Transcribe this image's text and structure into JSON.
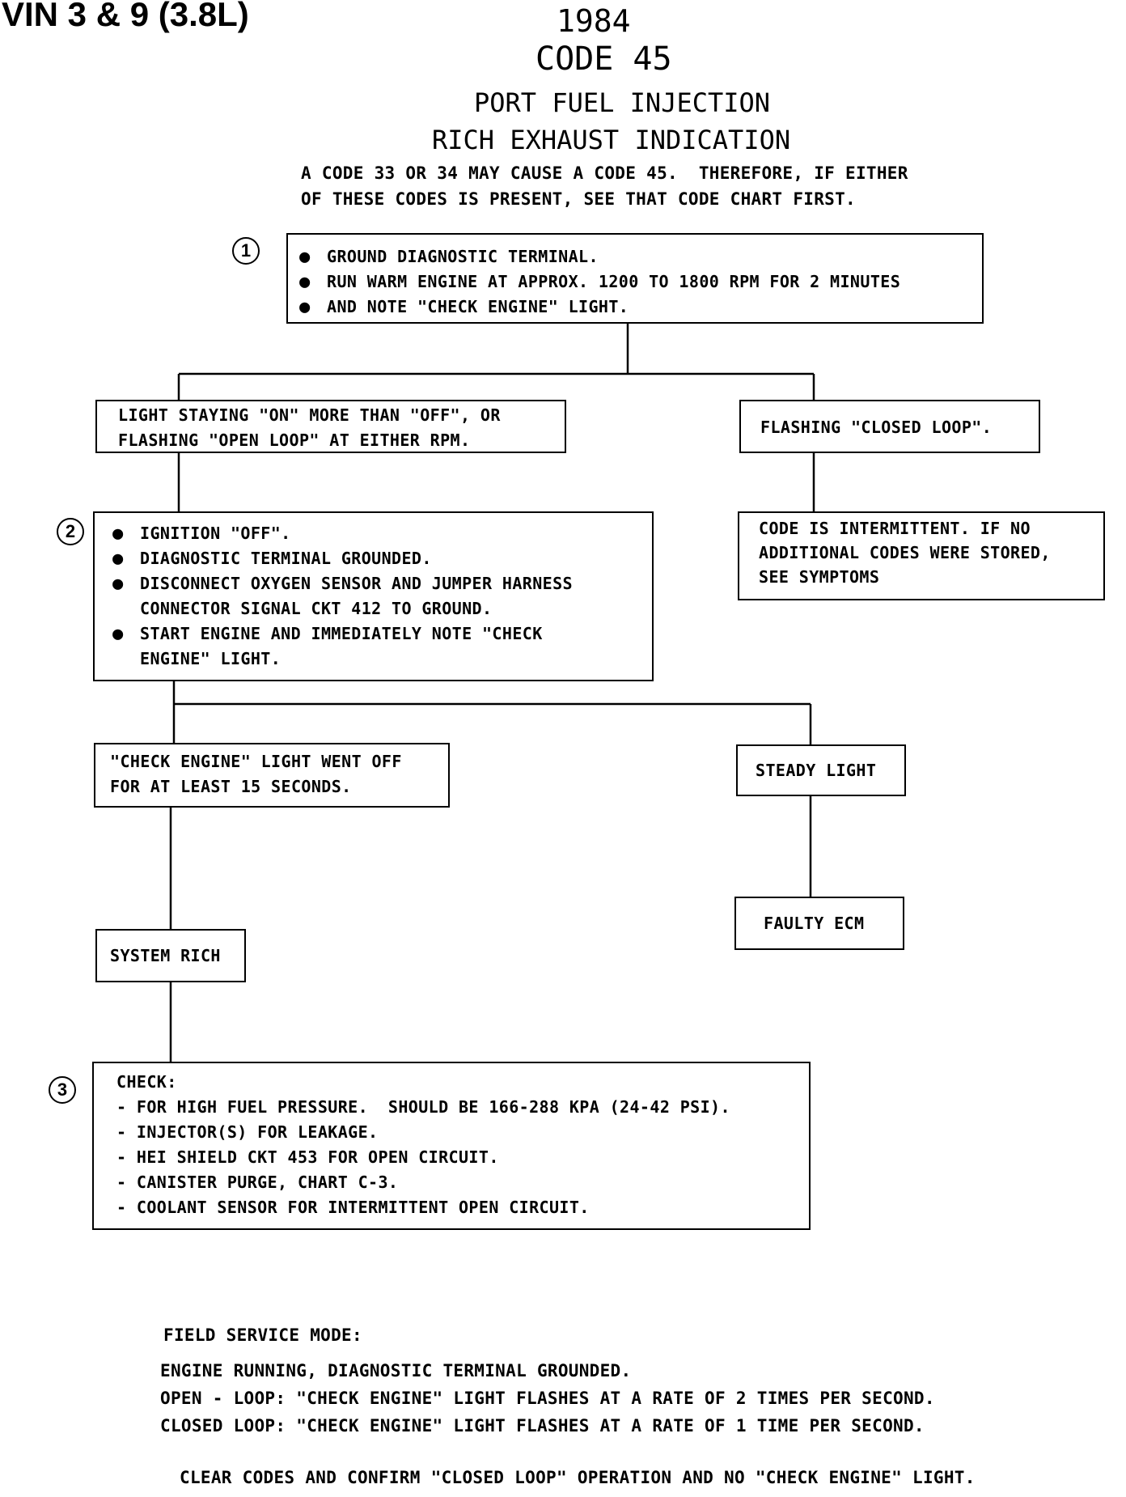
{
  "header": {
    "vin": "VIN 3 & 9 (3.8L)",
    "year": "1984",
    "code": "CODE 45",
    "title_line1": "PORT FUEL INJECTION",
    "title_line2": "RICH EXHAUST INDICATION"
  },
  "intro": [
    "A CODE 33 OR 34 MAY CAUSE A CODE 45.  THEREFORE, IF EITHER",
    "OF THESE CODES IS PRESENT, SEE THAT CODE CHART FIRST."
  ],
  "steps": {
    "one": "1",
    "two": "2",
    "three": "3"
  },
  "box1": [
    "GROUND DIAGNOSTIC TERMINAL.",
    "RUN WARM ENGINE AT APPROX. 1200 TO 1800 RPM FOR 2 MINUTES",
    "AND NOTE \"CHECK ENGINE\" LIGHT."
  ],
  "box_light_on": [
    "LIGHT STAYING \"ON\" MORE THAN \"OFF\", OR",
    "FLASHING \"OPEN LOOP\" AT EITHER RPM."
  ],
  "box_closed_loop": "FLASHING \"CLOSED LOOP\".",
  "box_intermittent": [
    "CODE IS INTERMITTENT. IF NO",
    "ADDITIONAL CODES WERE STORED,",
    "SEE SYMPTOMS"
  ],
  "box2": {
    "b1": "IGNITION \"OFF\".",
    "b2": "DIAGNOSTIC TERMINAL GROUNDED.",
    "b3a": "DISCONNECT OXYGEN SENSOR AND JUMPER HARNESS",
    "b3b": "CONNECTOR SIGNAL CKT 412 TO GROUND.",
    "b4a": "START ENGINE AND IMMEDIATELY NOTE \"CHECK",
    "b4b": "ENGINE\" LIGHT."
  },
  "box_went_off": [
    "\"CHECK ENGINE\" LIGHT WENT OFF",
    "FOR AT LEAST 15 SECONDS."
  ],
  "box_steady": "STEADY LIGHT",
  "box_faulty": "FAULTY ECM",
  "box_rich": "SYSTEM RICH",
  "box3": [
    "CHECK:",
    "- FOR HIGH FUEL PRESSURE.  SHOULD BE 166-288 KPA (24-42 PSI).",
    "- INJECTOR(S) FOR LEAKAGE.",
    "- HEI SHIELD CKT 453 FOR OPEN CIRCUIT.",
    "- CANISTER PURGE, CHART C-3.",
    "- COOLANT SENSOR FOR INTERMITTENT OPEN CIRCUIT."
  ],
  "field_service": [
    "FIELD SERVICE MODE:",
    "ENGINE RUNNING, DIAGNOSTIC TERMINAL GROUNDED.",
    "OPEN - LOOP: \"CHECK ENGINE\" LIGHT FLASHES AT A RATE OF 2 TIMES PER SECOND.",
    "CLOSED LOOP: \"CHECK ENGINE\" LIGHT FLASHES AT A RATE OF 1 TIME PER SECOND."
  ],
  "clear_codes": "CLEAR CODES AND CONFIRM \"CLOSED LOOP\" OPERATION AND NO \"CHECK ENGINE\" LIGHT."
}
